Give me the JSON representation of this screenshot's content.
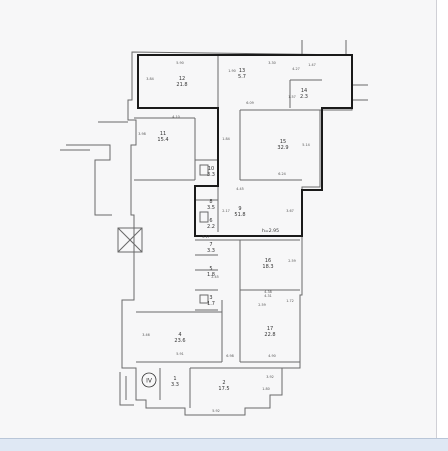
{
  "plan": {
    "highlight_color": "#1a1a1a",
    "wall_color": "#6a6a6a",
    "height_note": "h=2.95",
    "section_mark": "IV",
    "rooms": [
      {
        "id": "room-12",
        "number": "12",
        "area": "21.8"
      },
      {
        "id": "room-13",
        "number": "13",
        "area": "5.7"
      },
      {
        "id": "room-14",
        "number": "14",
        "area": "2.3"
      },
      {
        "id": "room-11",
        "number": "11",
        "area": "15.4"
      },
      {
        "id": "room-15",
        "number": "15",
        "area": "32.9"
      },
      {
        "id": "room-10",
        "number": "10",
        "area": "3.3"
      },
      {
        "id": "room-8",
        "number": "8",
        "area": "3.5"
      },
      {
        "id": "room-9",
        "number": "9",
        "area": "51.8"
      },
      {
        "id": "room-6",
        "number": "6",
        "area": "2.2"
      },
      {
        "id": "room-7",
        "number": "7",
        "area": "3.3"
      },
      {
        "id": "room-5",
        "number": "5",
        "area": "1.8"
      },
      {
        "id": "room-16",
        "number": "16",
        "area": "18.3"
      },
      {
        "id": "room-3",
        "number": "3",
        "area": "1.7"
      },
      {
        "id": "room-17",
        "number": "17",
        "area": "22.8"
      },
      {
        "id": "room-4",
        "number": "4",
        "area": "23.6"
      },
      {
        "id": "room-1",
        "number": "1",
        "area": "3.3"
      },
      {
        "id": "room-2",
        "number": "2",
        "area": "17.5"
      }
    ],
    "dimensions": [
      "5.90",
      "1.90",
      "3.30",
      "4.27",
      "1.57",
      "6.09",
      "3.84",
      "4.10",
      "3.98",
      "1.84",
      "6.24",
      "5.14",
      "4.45",
      "2.17",
      "3.67",
      "2.59",
      "4.31",
      "4.38",
      "1.72",
      "3.46",
      "5.91",
      "6.98",
      "4.90",
      "1.80",
      "3.92",
      "5.92",
      "1.47",
      "2.17",
      "2.45",
      "2.59"
    ]
  }
}
